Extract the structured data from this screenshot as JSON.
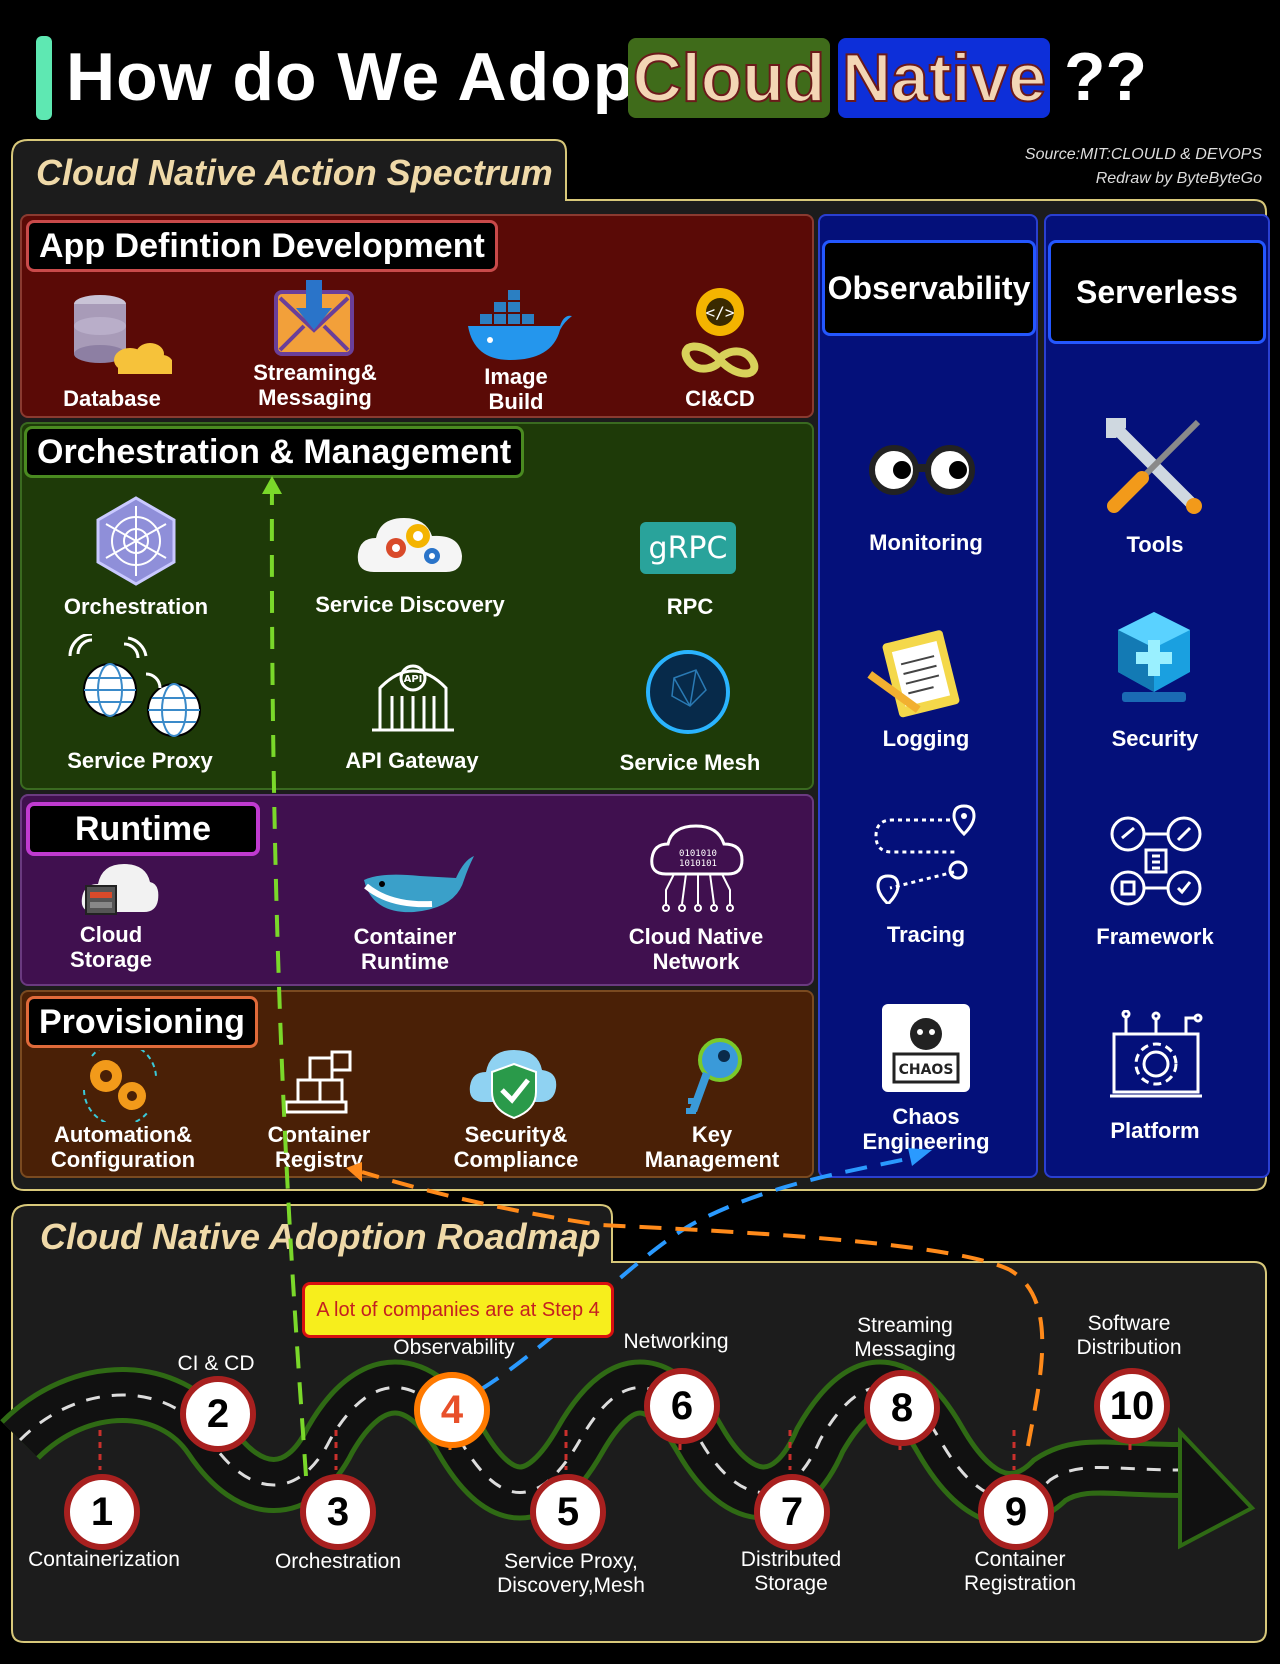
{
  "title": {
    "prefix": "How do We Adopt",
    "highlight1": "Cloud",
    "highlight2": "Native",
    "suffix": "??"
  },
  "spectrum": {
    "title": "Cloud Native Action Spectrum",
    "source_line1": "Source:MIT:CLOULD & DEVOPS",
    "source_line2": "Redraw by ByteByteGo"
  },
  "sections": {
    "app": {
      "label": "App Defintion Development",
      "items": [
        "Database",
        "Streaming&\nMessaging",
        "Image\nBuild",
        "CI&CD"
      ]
    },
    "orch": {
      "label": "Orchestration & Management",
      "items": [
        "Orchestration",
        "Service Discovery",
        "RPC",
        "Service Proxy",
        "API Gateway",
        "Service Mesh"
      ]
    },
    "runtime": {
      "label": "Runtime",
      "items": [
        "Cloud\nStorage",
        "Container\nRuntime",
        "Cloud Native\nNetwork"
      ]
    },
    "prov": {
      "label": "Provisioning",
      "items": [
        "Automation&\nConfiguration",
        "Container\nRegistry",
        "Security&\nCompliance",
        "Key\nManagement"
      ]
    }
  },
  "observability": {
    "label": "Observability",
    "items": [
      "Monitoring",
      "Logging",
      "Tracing",
      "Chaos\nEngineering"
    ]
  },
  "serverless": {
    "label": "Serverless",
    "items": [
      "Tools",
      "Security",
      "Framework",
      "Platform"
    ]
  },
  "roadmap": {
    "title": "Cloud Native Adoption Roadmap",
    "callout": "A lot of companies are at Step 4",
    "steps": [
      {
        "num": "1",
        "label": "Containerization"
      },
      {
        "num": "2",
        "label": "CI & CD"
      },
      {
        "num": "3",
        "label": "Orchestration"
      },
      {
        "num": "4",
        "label": "Observability"
      },
      {
        "num": "5",
        "label": "Service Proxy,\nDiscovery,Mesh"
      },
      {
        "num": "6",
        "label": "Networking"
      },
      {
        "num": "7",
        "label": "Distributed\nStorage"
      },
      {
        "num": "8",
        "label": "Streaming\nMessaging"
      },
      {
        "num": "9",
        "label": "Container\nRegistration"
      },
      {
        "num": "10",
        "label": "Software\nDistribution"
      }
    ]
  },
  "colors": {
    "app_bg": "#5a0a06",
    "orch_bg": "#1e3a08",
    "runtime_bg": "#40104f",
    "prov_bg": "#4a2006",
    "column_bg": "#04107a",
    "step_ring": "#a8201f",
    "step4_ring": "#ff7a00",
    "frame_border": "#d8c87a"
  }
}
